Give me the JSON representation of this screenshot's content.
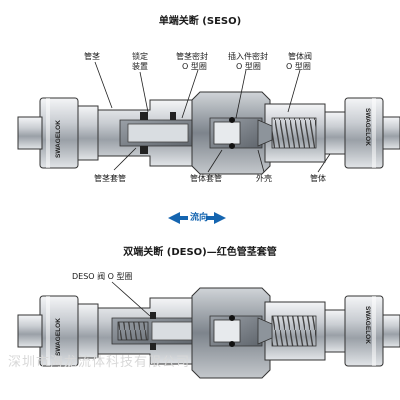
{
  "top": {
    "title": "单端关断 (SESO)",
    "labels": {
      "tube_stem": "管茎",
      "lock_1": "锁定",
      "lock_2": "装置",
      "stem_seal_1": "管茎密封",
      "stem_seal_2": "O 型圈",
      "insert_seal_1": "插入件密封",
      "insert_seal_2": "O 型圈",
      "valve_1": "管体阀",
      "valve_2": "O 型圈",
      "stem_ferrule": "管茎套管",
      "body_ferrule": "管体套管",
      "shell": "外壳",
      "body": "管体"
    },
    "brand": "SWAGELOK"
  },
  "flow": {
    "label": "流向"
  },
  "bottom": {
    "title": "双端关断 (DESO)—红色管茎套管",
    "labels": {
      "deso_oring": "DESO 阀 O 型圈"
    },
    "brand": "SWAGELOK"
  },
  "watermark": "深圳市海龙流体科技有限公司",
  "colors": {
    "accent": "#1565b0",
    "steel": "#b9bec4",
    "dark": "#2a2a2a"
  }
}
